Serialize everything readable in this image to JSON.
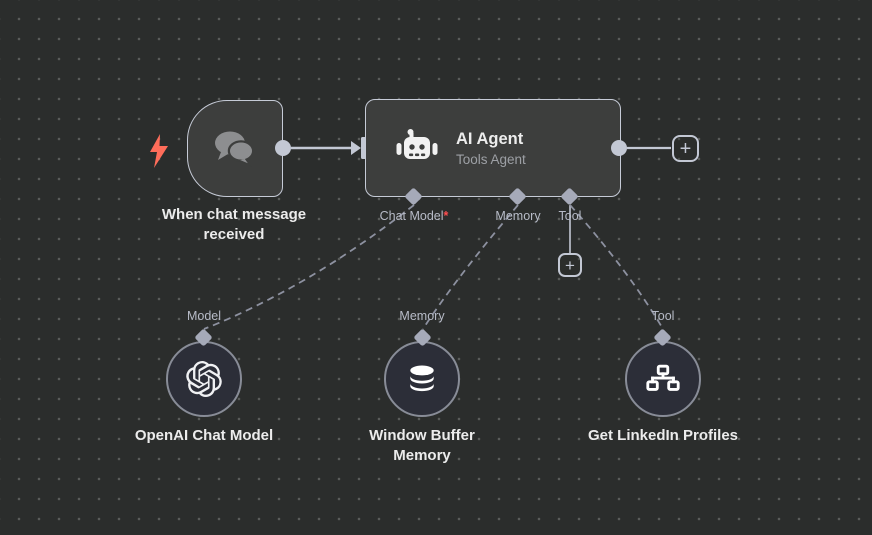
{
  "canvas": {
    "background": "#2b2d2c",
    "grid_dot_color": "#5a5c5a"
  },
  "palette": {
    "node_fill": "#3d3e3d",
    "node_border": "#c6cbd7",
    "subnode_fill": "#2c2e38",
    "subnode_border": "#888c97",
    "connector": "#c3c8d4",
    "port_diamond": "#a6aab9",
    "dashed_link": "#8d91a0",
    "title_text": "#ededed",
    "subtitle_text": "#9da0a5",
    "port_label_text": "#b7bbc7",
    "required_asterisk": "#ff4d4f",
    "trigger_bolt": "#ff6d5a"
  },
  "trigger_node": {
    "label": "When chat message received"
  },
  "agent_node": {
    "title": "AI Agent",
    "subtitle": "Tools Agent",
    "ports": [
      {
        "label": "Chat Model",
        "required_mark": "*"
      },
      {
        "label": "Memory",
        "required_mark": ""
      },
      {
        "label": "Tool",
        "required_mark": ""
      }
    ]
  },
  "sub_nodes": [
    {
      "port_label": "Model",
      "label": "OpenAI Chat Model"
    },
    {
      "port_label": "Memory",
      "label": "Window Buffer Memory"
    },
    {
      "port_label": "Tool",
      "label": "Get LinkedIn Profiles"
    }
  ],
  "buttons": {
    "add_node_plus": "+",
    "add_tool_plus": "+"
  }
}
